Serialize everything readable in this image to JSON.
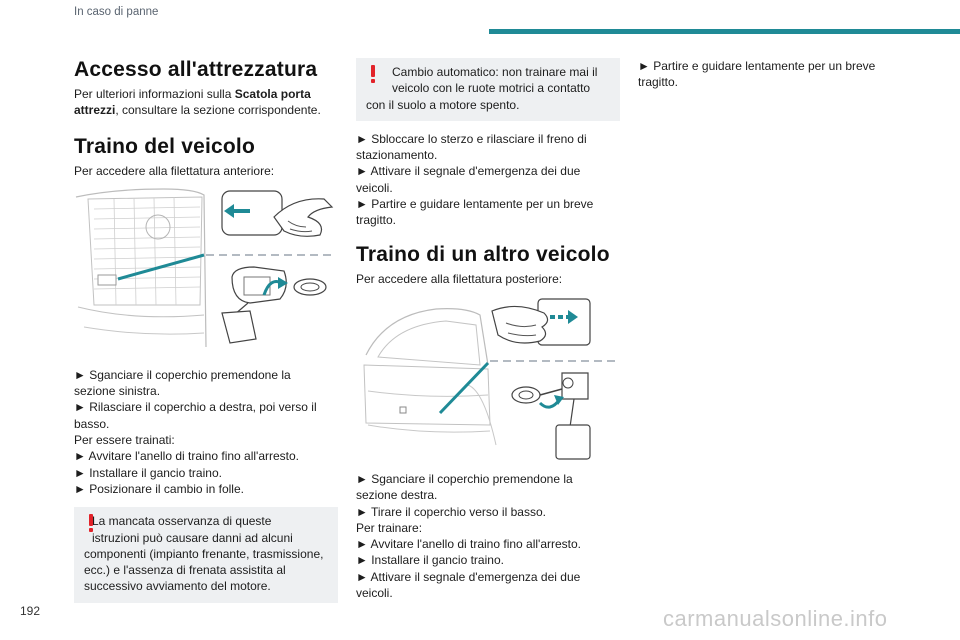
{
  "header": {
    "section": "In caso di panne",
    "accent": "#1f8a96"
  },
  "left": {
    "h_access": "Accesso all'attrezzatura",
    "access_l1": "Per ulteriori informazioni sulla ",
    "access_bold1": "Scatola porta",
    "access_bold2": "attrezzi",
    "access_l2_rest": ", consultare la sezione corrispondente.",
    "h_towing": "Traino del veicolo",
    "towing_intro": "Per accedere alla filettatura anteriore:",
    "steps": [
      "► Sganciare il coperchio premendone la",
      "sezione sinistra.",
      "► Rilasciare il coperchio a destra, poi verso il",
      "basso.",
      "Per essere trainati:",
      "► Avvitare l'anello di traino fino all'arresto.",
      "► Installare il gancio traino.",
      "► Posizionare il cambio in folle."
    ],
    "warning": [
      "La mancata osservanza di queste",
      "istruzioni può causare danni ad alcuni",
      "componenti (impianto frenante, trasmissione,",
      "ecc.) e l'assenza di frenata assistita al",
      "successivo avviamento del motore."
    ]
  },
  "middle": {
    "warning": [
      "Cambio automatico: non trainare mai il",
      "veicolo con le ruote motrici a contatto",
      "con il suolo a motore spento."
    ],
    "steps_top": [
      "► Sbloccare lo sterzo e rilasciare il freno di",
      "stazionamento.",
      "► Attivare il segnale d'emergenza dei due",
      "veicoli.",
      "► Partire e guidare lentamente per un breve",
      "tragitto."
    ],
    "h_other": "Traino di un altro veicolo",
    "other_intro": "Per accedere alla filettatura posteriore:",
    "steps_bottom": [
      "► Sganciare il coperchio premendone la",
      "sezione destra.",
      "► Tirare il coperchio verso il basso.",
      "Per trainare:",
      "► Avvitare l'anello di traino fino all'arresto.",
      "► Installare il gancio traino.",
      "► Attivare il segnale d'emergenza dei due",
      "veicoli."
    ]
  },
  "right": {
    "steps": [
      "► Partire e guidare lentamente per un breve",
      "tragitto."
    ]
  },
  "footer": {
    "page_number": "192",
    "watermark": "carmanualsonline.info"
  },
  "colors": {
    "warning_red": "#e2232a",
    "arrow_teal": "#1f8a96",
    "note_bg": "#eef0f2"
  }
}
